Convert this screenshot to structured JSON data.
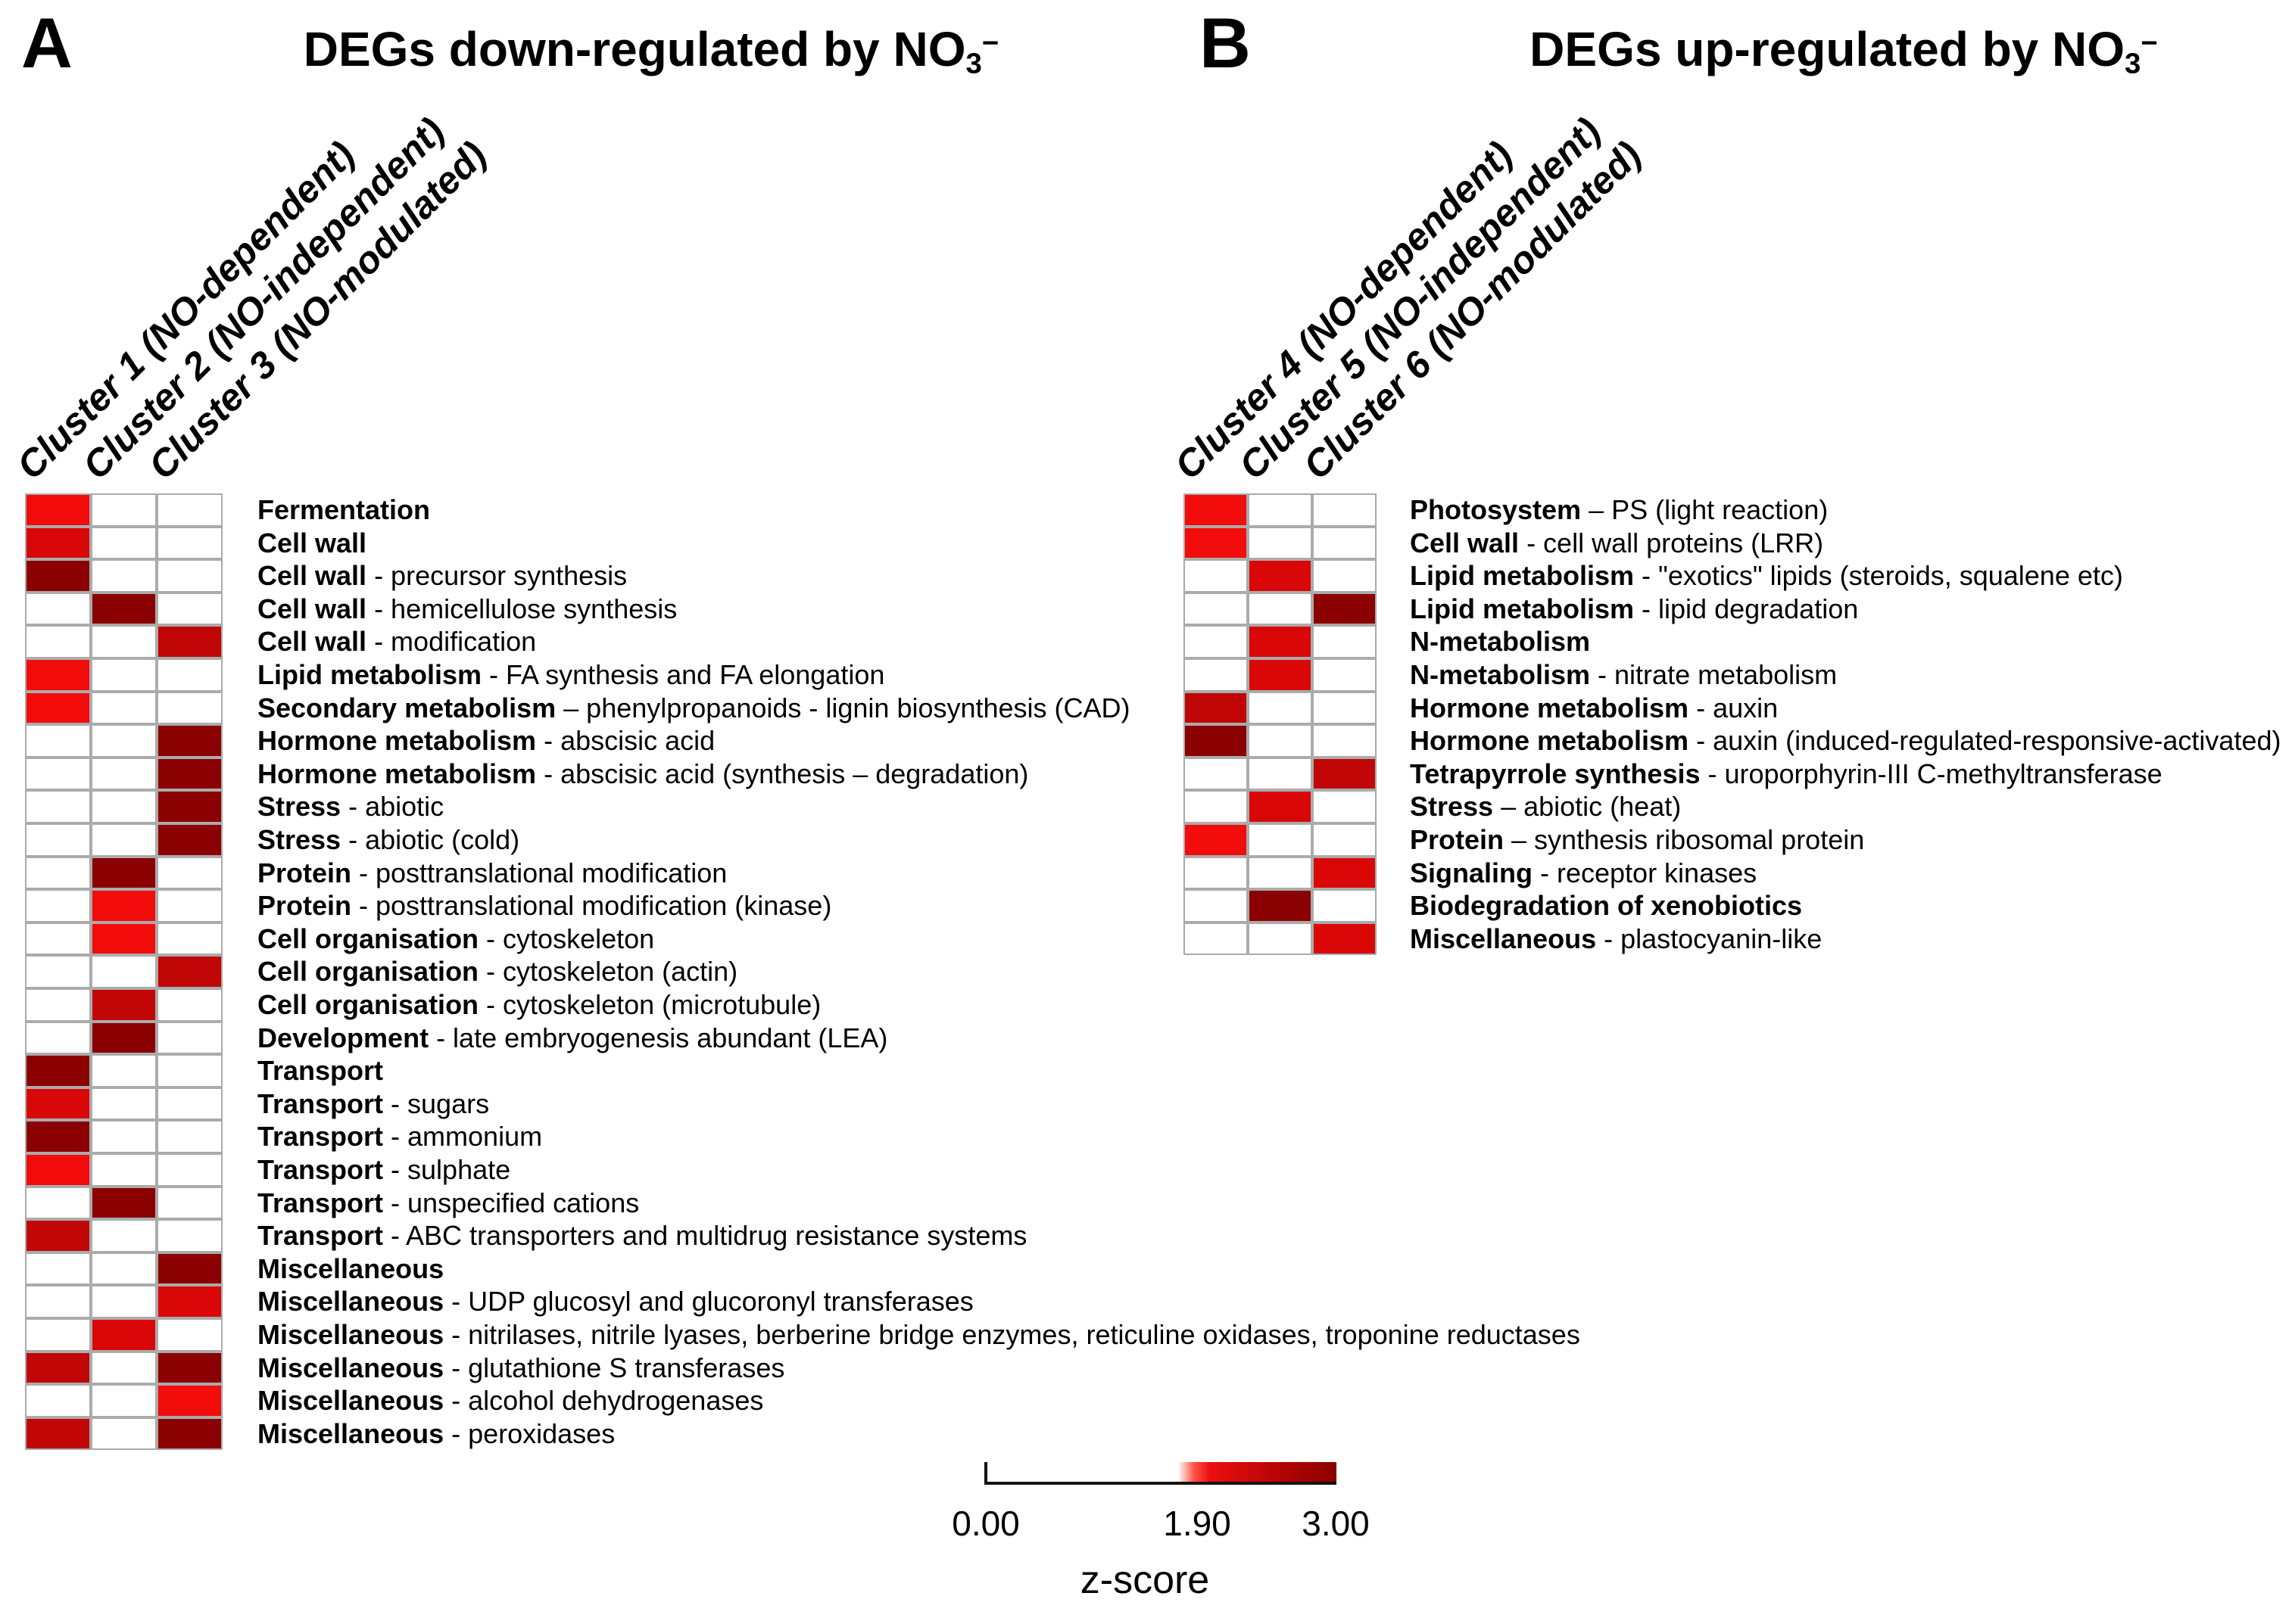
{
  "figure": {
    "legend": {
      "tick_labels": [
        "0.00",
        "1.90",
        "3.00"
      ],
      "axis_label": "z-score",
      "range": [
        0,
        3
      ],
      "transition_value": 1.9,
      "gradient_colors": {
        "low": "#ffffff",
        "mid": "#ee0f0f",
        "high": "#8b0000"
      }
    },
    "palette": {
      "bright_red": {
        "hex": "#f20c0c",
        "z": 2.0
      },
      "medium_red": {
        "hex": "#d90707",
        "z": 2.3
      },
      "deep_red": {
        "hex": "#c00606",
        "z": 2.6
      },
      "dark_red": {
        "hex": "#8b0000",
        "z": 3.0
      }
    }
  },
  "chart_data": [
    {
      "type": "heatmap",
      "panel": "A",
      "title_prefix": "DEGs down-regulated by NO",
      "title_sub": "3",
      "title_sup": "−",
      "columns": [
        "Cluster 1 (NO-dependent)",
        "Cluster 2 (NO-independent)",
        "Cluster 3 (NO-modulated)"
      ],
      "zlim": [
        0,
        3
      ],
      "rows": [
        {
          "label_bold": "Fermentation",
          "label_rest": "",
          "cells": [
            "#f20c0c",
            "",
            ""
          ],
          "z": [
            2.0,
            0,
            0
          ]
        },
        {
          "label_bold": "Cell wall",
          "label_rest": "",
          "cells": [
            "#d90707",
            "",
            ""
          ],
          "z": [
            2.3,
            0,
            0
          ]
        },
        {
          "label_bold": "Cell wall",
          "label_rest": " - precursor synthesis",
          "cells": [
            "#8b0000",
            "",
            ""
          ],
          "z": [
            3.0,
            0,
            0
          ]
        },
        {
          "label_bold": "Cell wall",
          "label_rest": " - hemicellulose synthesis",
          "cells": [
            "",
            "#8b0000",
            ""
          ],
          "z": [
            0,
            3.0,
            0
          ]
        },
        {
          "label_bold": "Cell wall",
          "label_rest": " - modification",
          "cells": [
            "",
            "",
            "#c00606"
          ],
          "z": [
            0,
            0,
            2.6
          ]
        },
        {
          "label_bold": "Lipid metabolism",
          "label_rest": " - FA synthesis and FA elongation",
          "cells": [
            "#f20c0c",
            "",
            ""
          ],
          "z": [
            2.0,
            0,
            0
          ]
        },
        {
          "label_bold": "Secondary metabolism",
          "label_rest": " – phenylpropanoids - lignin biosynthesis (CAD)",
          "cells": [
            "#f20c0c",
            "",
            ""
          ],
          "z": [
            2.0,
            0,
            0
          ]
        },
        {
          "label_bold": "Hormone metabolism",
          "label_rest": " - abscisic acid",
          "cells": [
            "",
            "",
            "#8b0000"
          ],
          "z": [
            0,
            0,
            3.0
          ]
        },
        {
          "label_bold": "Hormone metabolism",
          "label_rest": " - abscisic acid (synthesis – degradation)",
          "cells": [
            "",
            "",
            "#8b0000"
          ],
          "z": [
            0,
            0,
            3.0
          ]
        },
        {
          "label_bold": "Stress",
          "label_rest": " - abiotic",
          "cells": [
            "",
            "",
            "#8b0000"
          ],
          "z": [
            0,
            0,
            3.0
          ]
        },
        {
          "label_bold": "Stress",
          "label_rest": " - abiotic (cold)",
          "cells": [
            "",
            "",
            "#8b0000"
          ],
          "z": [
            0,
            0,
            3.0
          ]
        },
        {
          "label_bold": "Protein",
          "label_rest": " - posttranslational modification",
          "cells": [
            "",
            "#8b0000",
            ""
          ],
          "z": [
            0,
            3.0,
            0
          ]
        },
        {
          "label_bold": "Protein",
          "label_rest": " - posttranslational modification (kinase)",
          "cells": [
            "",
            "#f20c0c",
            ""
          ],
          "z": [
            0,
            2.0,
            0
          ]
        },
        {
          "label_bold": "Cell organisation",
          "label_rest": " - cytoskeleton",
          "cells": [
            "",
            "#f20c0c",
            ""
          ],
          "z": [
            0,
            2.0,
            0
          ]
        },
        {
          "label_bold": "Cell organisation",
          "label_rest": " - cytoskeleton (actin)",
          "cells": [
            "",
            "",
            "#c00606"
          ],
          "z": [
            0,
            0,
            2.6
          ]
        },
        {
          "label_bold": "Cell organisation",
          "label_rest": " - cytoskeleton (microtubule)",
          "cells": [
            "",
            "#c00606",
            ""
          ],
          "z": [
            0,
            2.6,
            0
          ]
        },
        {
          "label_bold": "Development",
          "label_rest": " - late embryogenesis abundant (LEA)",
          "cells": [
            "",
            "#8b0000",
            ""
          ],
          "z": [
            0,
            3.0,
            0
          ]
        },
        {
          "label_bold": "Transport",
          "label_rest": "",
          "cells": [
            "#8b0000",
            "",
            ""
          ],
          "z": [
            3.0,
            0,
            0
          ]
        },
        {
          "label_bold": "Transport",
          "label_rest": " - sugars",
          "cells": [
            "#d90707",
            "",
            ""
          ],
          "z": [
            2.3,
            0,
            0
          ]
        },
        {
          "label_bold": "Transport",
          "label_rest": " - ammonium",
          "cells": [
            "#8b0000",
            "",
            ""
          ],
          "z": [
            3.0,
            0,
            0
          ]
        },
        {
          "label_bold": "Transport",
          "label_rest": " - sulphate",
          "cells": [
            "#f20c0c",
            "",
            ""
          ],
          "z": [
            2.0,
            0,
            0
          ]
        },
        {
          "label_bold": "Transport",
          "label_rest": " - unspecified cations",
          "cells": [
            "",
            "#8b0000",
            ""
          ],
          "z": [
            0,
            3.0,
            0
          ]
        },
        {
          "label_bold": "Transport",
          "label_rest": " - ABC transporters and multidrug resistance systems",
          "cells": [
            "#c00606",
            "",
            ""
          ],
          "z": [
            2.6,
            0,
            0
          ]
        },
        {
          "label_bold": "Miscellaneous",
          "label_rest": "",
          "cells": [
            "",
            "",
            "#8b0000"
          ],
          "z": [
            0,
            0,
            3.0
          ]
        },
        {
          "label_bold": "Miscellaneous",
          "label_rest": "  - UDP glucosyl and glucoronyl transferases",
          "cells": [
            "",
            "",
            "#d90707"
          ],
          "z": [
            0,
            0,
            2.3
          ]
        },
        {
          "label_bold": "Miscellaneous",
          "label_rest": "  - nitrilases, nitrile lyases, berberine bridge enzymes, reticuline oxidases, troponine reductases",
          "cells": [
            "",
            "#d90707",
            ""
          ],
          "z": [
            0,
            2.3,
            0
          ]
        },
        {
          "label_bold": "Miscellaneous",
          "label_rest": "  - glutathione S transferases",
          "cells": [
            "#c00606",
            "",
            "#8b0000"
          ],
          "z": [
            2.6,
            0,
            3.0
          ]
        },
        {
          "label_bold": "Miscellaneous",
          "label_rest": "  - alcohol dehydrogenases",
          "cells": [
            "",
            "",
            "#f20c0c"
          ],
          "z": [
            0,
            0,
            2.0
          ]
        },
        {
          "label_bold": "Miscellaneous",
          "label_rest": "  - peroxidases",
          "cells": [
            "#c00606",
            "",
            "#8b0000"
          ],
          "z": [
            2.6,
            0,
            3.0
          ]
        }
      ]
    },
    {
      "type": "heatmap",
      "panel": "B",
      "title_prefix": "DEGs up-regulated by NO",
      "title_sub": "3",
      "title_sup": "−",
      "columns": [
        "Cluster 4 (NO-dependent)",
        "Cluster 5 (NO-independent)",
        "Cluster 6 (NO-modulated)"
      ],
      "zlim": [
        0,
        3
      ],
      "rows": [
        {
          "label_bold": "Photosystem",
          "label_rest": " – PS (light reaction)",
          "cells": [
            "#f20c0c",
            "",
            ""
          ],
          "z": [
            2.0,
            0,
            0
          ]
        },
        {
          "label_bold": "Cell wall",
          "label_rest": " - cell wall proteins (LRR)",
          "cells": [
            "#f20c0c",
            "",
            ""
          ],
          "z": [
            2.0,
            0,
            0
          ]
        },
        {
          "label_bold": "Lipid metabolism",
          "label_rest": " - \"exotics\" lipids (steroids, squalene etc)",
          "cells": [
            "",
            "#d90707",
            ""
          ],
          "z": [
            0,
            2.3,
            0
          ]
        },
        {
          "label_bold": "Lipid metabolism",
          "label_rest": " - lipid degradation",
          "cells": [
            "",
            "",
            "#8b0000"
          ],
          "z": [
            0,
            0,
            3.0
          ]
        },
        {
          "label_bold": "N-metabolism",
          "label_rest": "",
          "cells": [
            "",
            "#d90707",
            ""
          ],
          "z": [
            0,
            2.3,
            0
          ]
        },
        {
          "label_bold": "N-metabolism",
          "label_rest": " - nitrate metabolism",
          "cells": [
            "",
            "#d90707",
            ""
          ],
          "z": [
            0,
            2.3,
            0
          ]
        },
        {
          "label_bold": "Hormone metabolism",
          "label_rest": " - auxin",
          "cells": [
            "#c00606",
            "",
            ""
          ],
          "z": [
            2.6,
            0,
            0
          ]
        },
        {
          "label_bold": "Hormone metabolism",
          "label_rest": " - auxin (induced-regulated-responsive-activated)",
          "cells": [
            "#8b0000",
            "",
            ""
          ],
          "z": [
            3.0,
            0,
            0
          ]
        },
        {
          "label_bold": "Tetrapyrrole synthesis",
          "label_rest": "  - uroporphyrin-III C-methyltransferase",
          "cells": [
            "",
            "",
            "#c00606"
          ],
          "z": [
            0,
            0,
            2.6
          ]
        },
        {
          "label_bold": "Stress",
          "label_rest": " – abiotic (heat)",
          "cells": [
            "",
            "#d90707",
            ""
          ],
          "z": [
            0,
            2.3,
            0
          ]
        },
        {
          "label_bold": "Protein",
          "label_rest": " – synthesis ribosomal protein",
          "cells": [
            "#f20c0c",
            "",
            ""
          ],
          "z": [
            2.0,
            0,
            0
          ]
        },
        {
          "label_bold": "Signaling",
          "label_rest": " - receptor kinases",
          "cells": [
            "",
            "",
            "#d90707"
          ],
          "z": [
            0,
            0,
            2.3
          ]
        },
        {
          "label_bold": "Biodegradation of xenobiotics",
          "label_rest": "",
          "cells": [
            "",
            "#8b0000",
            ""
          ],
          "z": [
            0,
            3.0,
            0
          ]
        },
        {
          "label_bold": "Miscellaneous",
          "label_rest": "  - plastocyanin-like",
          "cells": [
            "",
            "",
            "#d90707"
          ],
          "z": [
            0,
            0,
            2.3
          ]
        }
      ]
    }
  ]
}
